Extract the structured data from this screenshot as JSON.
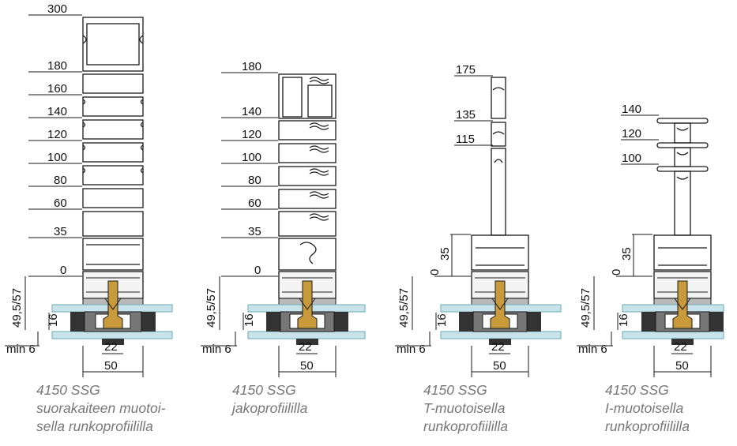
{
  "columns": [
    {
      "levels": [
        "300",
        "180",
        "160",
        "140",
        "120",
        "100",
        "80",
        "60",
        "35",
        "0"
      ],
      "side_dims": {
        "frame": "49,5/57",
        "seal": "16",
        "min": "min 6"
      },
      "bottom_dims": {
        "inner": "22",
        "outer": "50"
      },
      "caption": [
        "4150 SSG",
        "suorakaiteen muotoi-",
        "sella runkoprofiililla"
      ]
    },
    {
      "levels": [
        "180",
        "140",
        "120",
        "100",
        "80",
        "60",
        "35",
        "0"
      ],
      "side_dims": {
        "frame": "49,5/57",
        "seal": "16",
        "min": "min 6"
      },
      "bottom_dims": {
        "inner": "22",
        "outer": "50"
      },
      "caption": [
        "4150 SSG",
        "jakoprofiililla"
      ]
    },
    {
      "levels": [
        "175",
        "135",
        "115"
      ],
      "rot_dims": [
        "35",
        "0"
      ],
      "side_dims": {
        "frame": "49,5/57",
        "seal": "16",
        "min": "min 6"
      },
      "bottom_dims": {
        "inner": "22",
        "outer": "50"
      },
      "caption": [
        "4150 SSG",
        "T-muotoisella",
        "runkoprofiililla"
      ]
    },
    {
      "levels": [
        "140",
        "120",
        "100"
      ],
      "rot_dims": [
        "35",
        "0"
      ],
      "side_dims": {
        "frame": "49,5/57",
        "seal": "16",
        "min": "min 6"
      },
      "bottom_dims": {
        "inner": "22",
        "outer": "50"
      },
      "caption": [
        "4150 SSG",
        "I-muotoisella",
        "runkoprofiililla"
      ]
    }
  ],
  "colors": {
    "line": "#1a1a1a",
    "glass": "#c8e4ea",
    "glass_edge": "#7fb6c2",
    "gasket": "#333333",
    "bracket": "#c89a3c",
    "caption": "#777777"
  }
}
